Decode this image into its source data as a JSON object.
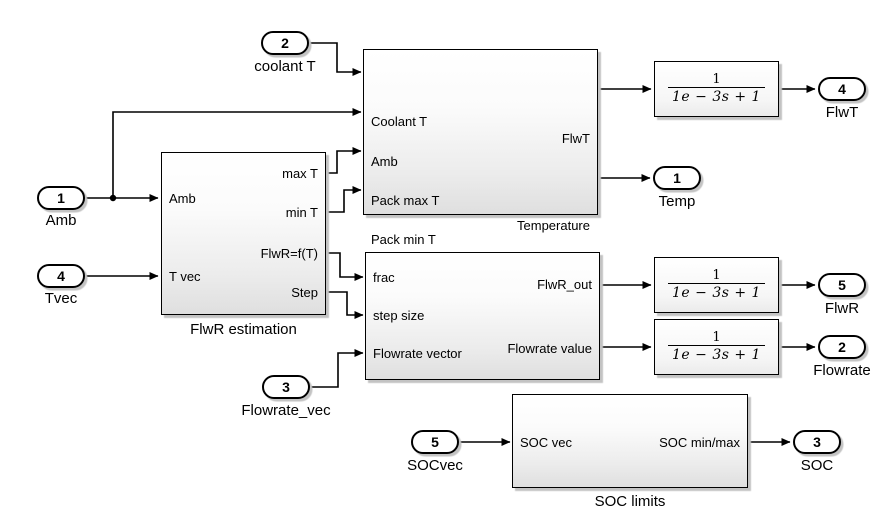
{
  "diagram_type": "simulink-block-diagram",
  "colors": {
    "background": "#ffffff",
    "wire": "#000000",
    "block_border": "#000000",
    "block_fill_bottom": "#dfdfdf",
    "shadow": "#c3c3c3"
  },
  "inports": [
    {
      "number": "1",
      "label": "Amb"
    },
    {
      "number": "2",
      "label": "coolant T"
    },
    {
      "number": "3",
      "label": "Flowrate_vec"
    },
    {
      "number": "4",
      "label": "Tvec"
    },
    {
      "number": "5",
      "label": "SOCvec"
    }
  ],
  "outports": [
    {
      "number": "4",
      "label": "FlwT"
    },
    {
      "number": "1",
      "label": "Temp"
    },
    {
      "number": "5",
      "label": "FlwR"
    },
    {
      "number": "2",
      "label": "Flowrate"
    },
    {
      "number": "3",
      "label": "SOC"
    }
  ],
  "subsystems": {
    "thermal": {
      "inputs": [
        "Coolant T",
        "Amb",
        "Pack max T",
        "Pack min T"
      ],
      "outputs": [
        "FlwT",
        "Temperature"
      ]
    },
    "flwr_estimation": {
      "label": "FlwR estimation",
      "inputs": [
        "Amb",
        "T vec"
      ],
      "outputs": [
        "max T",
        "min T",
        "FlwR=f(T)",
        "Step"
      ]
    },
    "flowrate": {
      "inputs": [
        "frac",
        "step size",
        "Flowrate vector"
      ],
      "outputs": [
        "FlwR_out",
        "Flowrate value"
      ]
    },
    "soc_limits": {
      "label": "SOC limits",
      "inputs": [
        "SOC vec"
      ],
      "outputs": [
        "SOC min/max"
      ]
    }
  },
  "transfer_blocks": [
    {
      "numerator": "1",
      "denominator": "1e − 3s + 1"
    },
    {
      "numerator": "1",
      "denominator": "1e − 3s + 1"
    },
    {
      "numerator": "1",
      "denominator": "1e − 3s + 1"
    }
  ]
}
